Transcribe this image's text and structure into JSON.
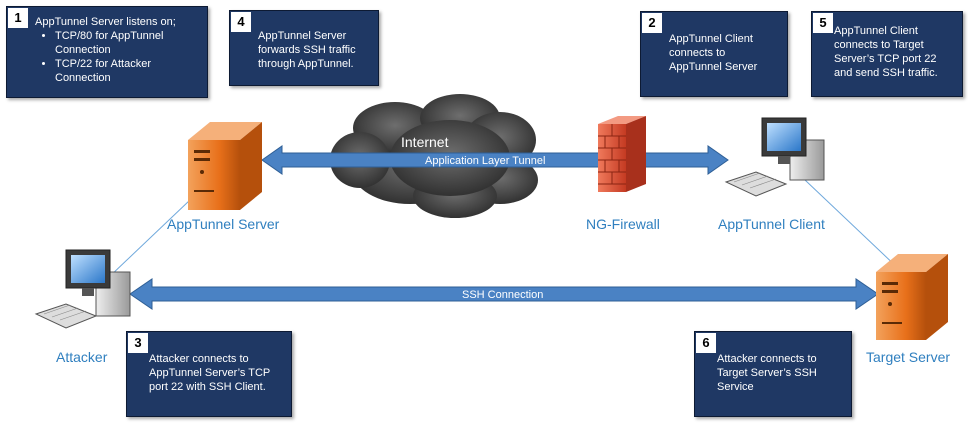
{
  "callouts": [
    {
      "number": "1",
      "text": "AppTunnel Server listens on;",
      "bullets": [
        "TCP/80 for AppTunnel Connection",
        "TCP/22 for Attacker Connection"
      ]
    },
    {
      "number": "4",
      "text": "AppTunnel Server forwards SSH traffic through AppTunnel."
    },
    {
      "number": "2",
      "text": "AppTunnel Client connects to AppTunnel Server"
    },
    {
      "number": "5",
      "text": "AppTunnel Client connects to Target Server’s TCP port 22 and send SSH traffic."
    },
    {
      "number": "3",
      "text": "Attacker connects to AppTunnel Server’s TCP port 22 with SSH Client."
    },
    {
      "number": "6",
      "text": "Attacker connects to Target Server’s SSH Service"
    }
  ],
  "nodes": {
    "apptunnel_server": "AppTunnel Server",
    "ng_firewall": "NG-Firewall",
    "apptunnel_client": "AppTunnel Client",
    "attacker": "Attacker",
    "target_server": "Target Server"
  },
  "cloud_label": "Internet",
  "tunnel_label": "Application Layer Tunnel",
  "ssh_label": "SSH Connection",
  "colors": {
    "callout_bg": "#1f3864",
    "arrow": "#4a82c4",
    "node_label": "#2f7fbf",
    "server": "#e8701a",
    "firewall": "#e8553a",
    "cloud": "#4a4a4a"
  }
}
